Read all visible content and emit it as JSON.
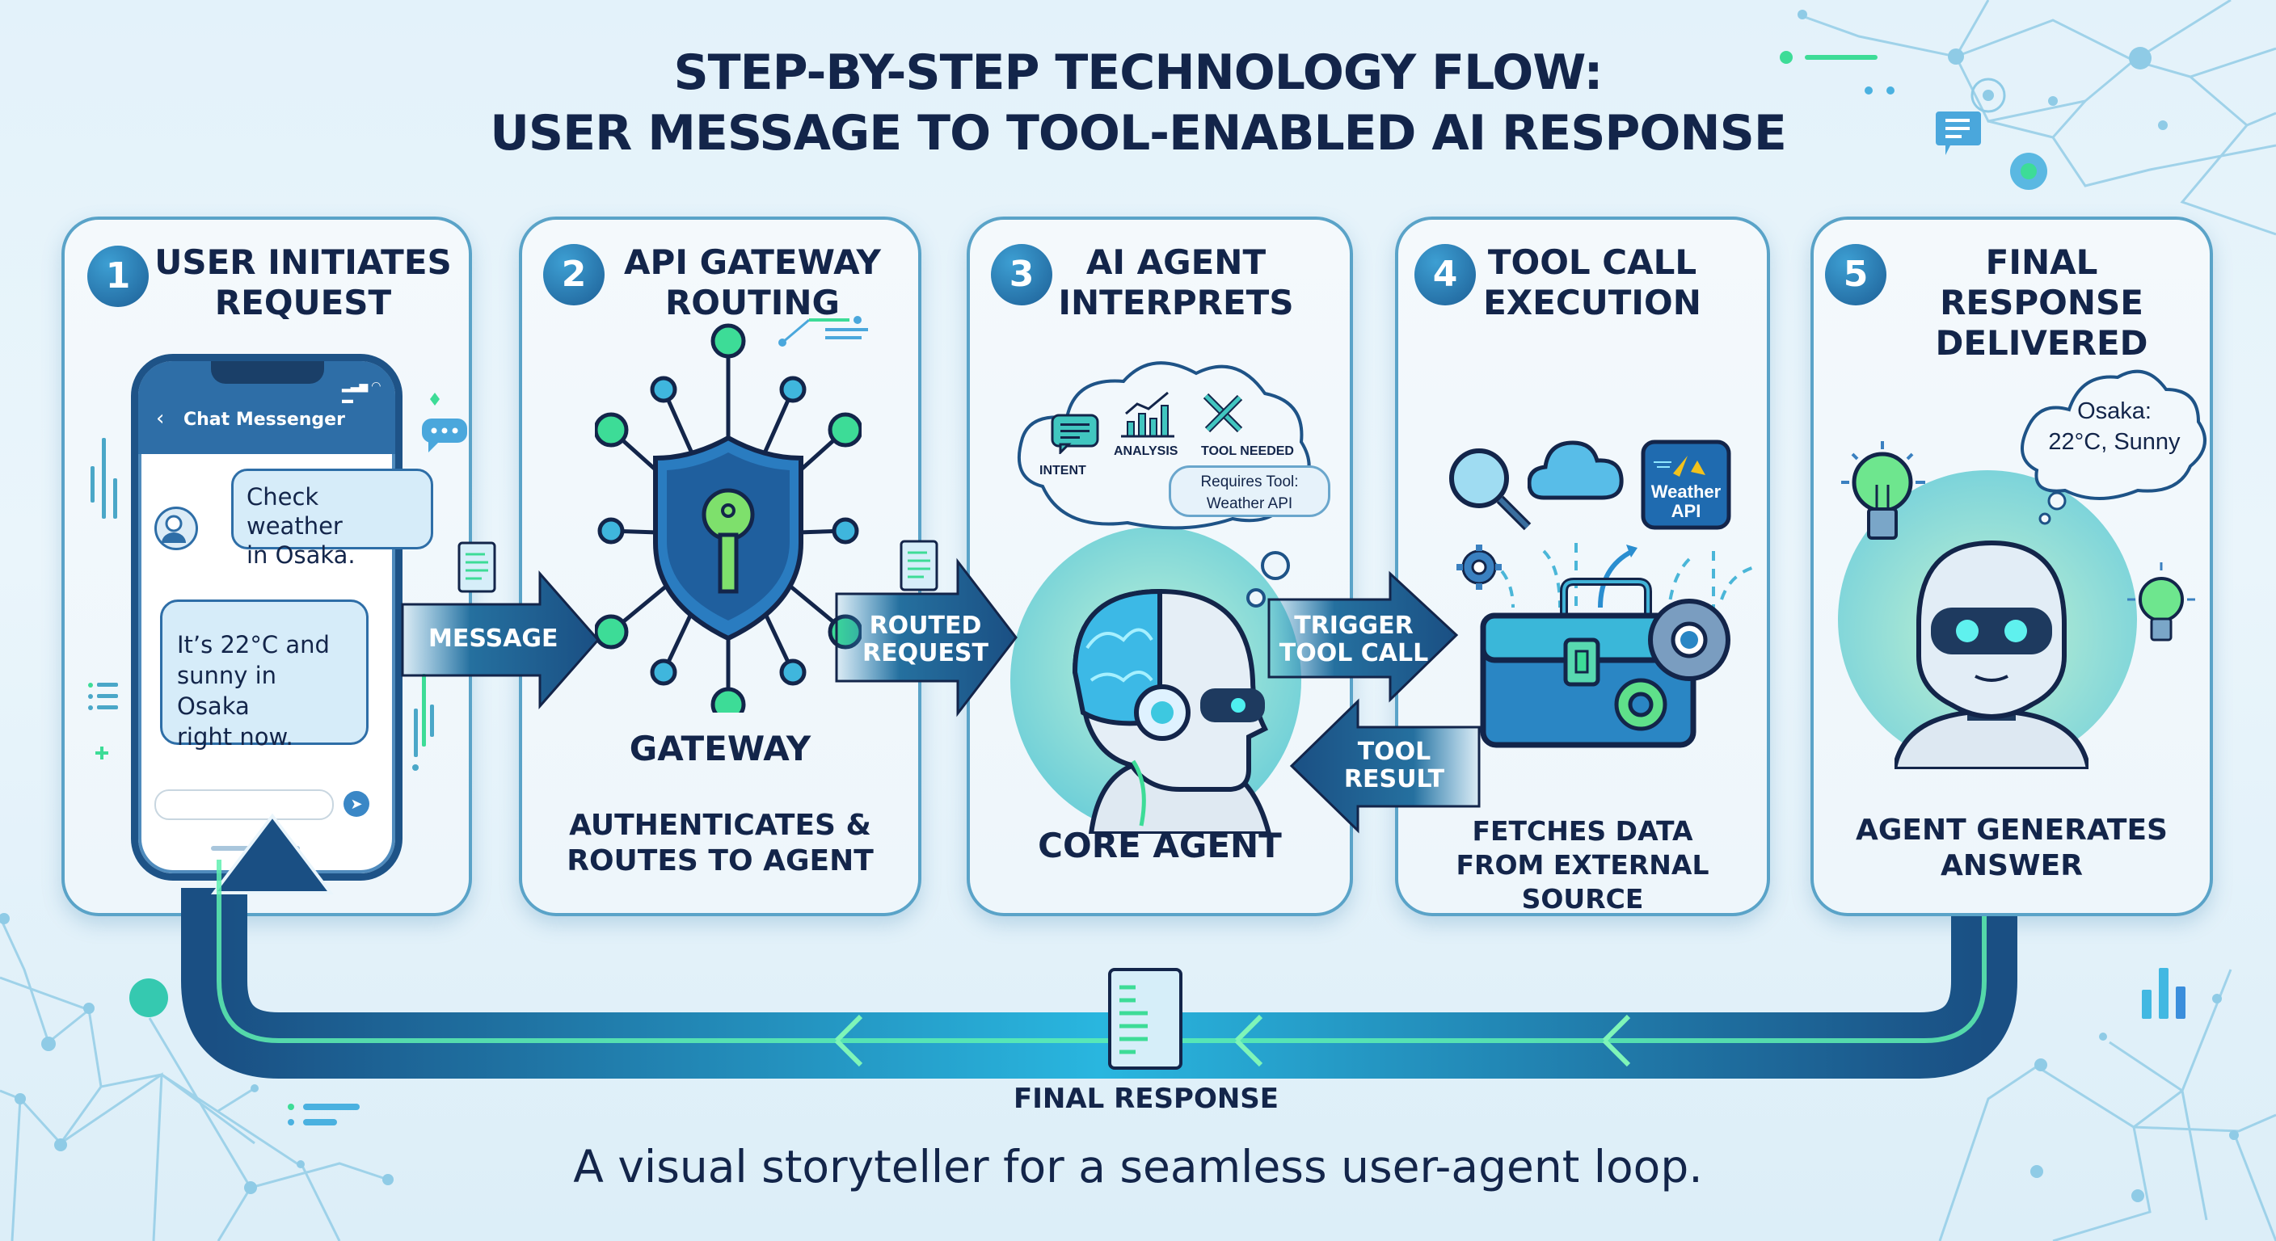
{
  "header": {
    "title_line1": "STEP-BY-STEP TECHNOLOGY FLOW:",
    "title_line2": "USER MESSAGE TO TOOL-ENABLED AI RESPONSE"
  },
  "colors": {
    "navy": "#13254a",
    "primary_blue": "#1d5f96",
    "accent_green": "#3ddc97",
    "card_border": "#5aa3c8",
    "background": "#e3f2fa"
  },
  "steps": [
    {
      "number": "1",
      "title_line1": "USER INITIATES",
      "title_line2": "REQUEST",
      "phone": {
        "app_title": "Chat Messenger",
        "back_icon": "chevron-left-icon",
        "user_message_line1": "Check weather",
        "user_message_line2": "in Osaka.",
        "reply_line1": "It’s 22°C and",
        "reply_line2": "sunny in Osaka",
        "reply_line3": "right now.",
        "input_placeholder": "",
        "send_icon": "send-icon"
      }
    },
    {
      "number": "2",
      "title_line1": "API GATEWAY",
      "title_line2": "ROUTING",
      "label": "GATEWAY",
      "caption_line1": "AUTHENTICATES &",
      "caption_line2": "ROUTES TO AGENT",
      "icon": "shield-key-icon"
    },
    {
      "number": "3",
      "title_line1": "AI AGENT",
      "title_line2": "INTERPRETS",
      "thought_items": [
        "INTENT",
        "ANALYSIS",
        "TOOL NEEDED"
      ],
      "thought_note_line1": "Requires Tool:",
      "thought_note_line2": "Weather API",
      "label": "CORE AGENT",
      "icon": "robot-head-icon"
    },
    {
      "number": "4",
      "title_line1": "TOOL CALL",
      "title_line2": "EXECUTION",
      "api_badge_line1": "Weather",
      "api_badge_line2": "API",
      "caption_line1": "FETCHES DATA",
      "caption_line2": "FROM EXTERNAL SOURCE",
      "icon": "toolbox-icon"
    },
    {
      "number": "5",
      "title_line1": "FINAL RESPONSE",
      "title_line2": "DELIVERED",
      "thought_line1": "Osaka:",
      "thought_line2": "22°C, Sunny",
      "caption_line1": "AGENT GENERATES",
      "caption_line2": "ANSWER",
      "icon": "robot-icon"
    }
  ],
  "connectors": {
    "message": "MESSAGE",
    "routed_line1": "ROUTED",
    "routed_line2": "REQUEST",
    "trigger_line1": "TRIGGER",
    "trigger_line2": "TOOL CALL",
    "result_line1": "TOOL",
    "result_line2": "RESULT",
    "final_response": "FINAL RESPONSE"
  },
  "footer": {
    "tagline": "A visual storyteller for a seamless user-agent loop."
  }
}
